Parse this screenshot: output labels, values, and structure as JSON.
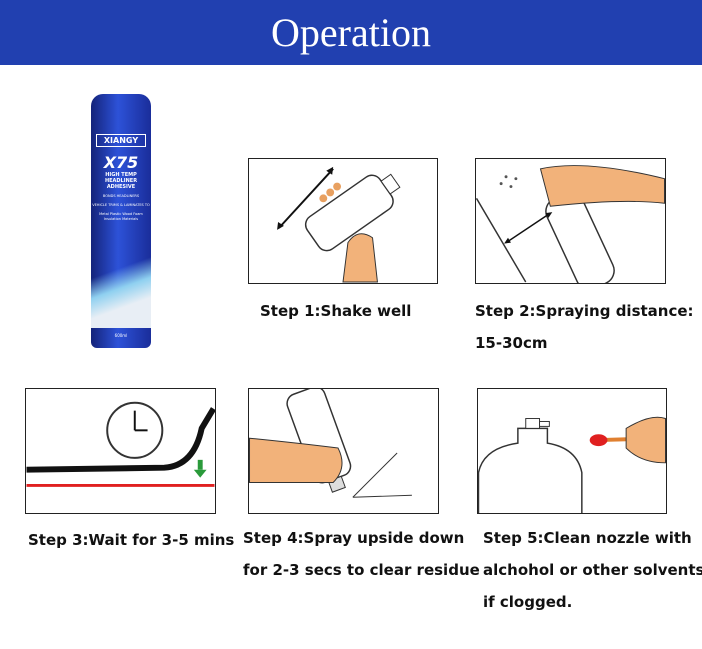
{
  "header": {
    "title": "Operation"
  },
  "product": {
    "brand": "XIANGY",
    "model": "X75",
    "name_line1": "HIGH TEMP",
    "name_line2": "HEADLINER ADHESIVE",
    "desc_line1": "BONDS HEADLINERS",
    "desc_line2": "VEHICLE TRIMS & LAMINATES TO",
    "materials": "Metal Plastic Wood Foam Insulation Materials",
    "volume": "600ml"
  },
  "steps": [
    {
      "lines": [
        "Step 1:Shake well"
      ]
    },
    {
      "lines": [
        "Step 2:Spraying distance:",
        "15-30cm"
      ]
    },
    {
      "lines": [
        "Step 3:Wait for 3-5 mins"
      ]
    },
    {
      "lines": [
        "Step 4:Spray upside down",
        "for 2-3 secs to clear residue"
      ]
    },
    {
      "lines": [
        "Step 5:Clean nozzle with",
        "alchohol or other solvents",
        "if clogged."
      ]
    }
  ],
  "colors": {
    "header": "#2140b0",
    "skin": "#f2b27a",
    "red": "#e02020",
    "green": "#2a9a3a"
  }
}
